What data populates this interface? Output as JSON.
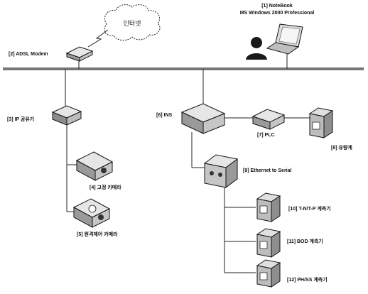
{
  "diagram": {
    "labels": {
      "notebook": "[1] NoteBook",
      "notebook_os": "MS Windows 2000 Professional",
      "internet": "인터넷",
      "adsl": "[2] ADSL Modem",
      "ip_sharer": "[3] IP 공유기",
      "ins": "[6] INS",
      "plc": "[7] PLC",
      "flowmeter": "[8] 유량계",
      "camera_fixed": "[4] 고정 카메라",
      "camera_ptz": "[5] 원격제어 카메라",
      "eth_serial": "[9] Ethernet to Serial",
      "sensor_tn": "[10] T-N/T-P 계측기",
      "sensor_bod": "[11] BOD 계측기",
      "sensor_ph": "[12] PH/SS 계측기"
    }
  }
}
